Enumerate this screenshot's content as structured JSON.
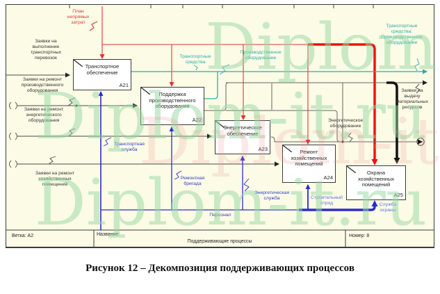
{
  "caption": "Рисунок 12 – Декомпозиция поддерживающих процессов",
  "watermark": {
    "text": "Diplom-it.ru"
  },
  "boxes": [
    {
      "code": "A21",
      "title": "Транспортное\nобеспечение"
    },
    {
      "code": "A22",
      "title": "Поддержка\nпроизводственного\nоборудования"
    },
    {
      "code": "A23",
      "title": "Энергетическое\nобеспечение"
    },
    {
      "code": "A24",
      "title": "Ремонт\nхозяйственных\nпомещений"
    },
    {
      "code": "A25",
      "title": "Охрана\nхозяйственных\nпомещений"
    }
  ],
  "labels": {
    "plan": "План\nнепрямых\nзатрат",
    "in_transport": "Заявки на\nвыполнение\nтранспортных\nперевозок",
    "in_prod_repair": "Заявки на ремонт\nпроизводственного\nоборудования",
    "in_energy_repair": "Заявки на ремонт\nэнергетического\nоборудования",
    "in_household_repair": "Заявки на ремонт\nхозяйственных\nпомещений",
    "out_transport": "Транспортные\nсредства",
    "out_prod_equip": "Производственное\nоборудование",
    "out_combined": "Транспортные\nсредства;\nПроизводственное\nоборудование",
    "out_materials": "Заявки на\nвыдачу\nматериальных\nресурсов",
    "out_energy_equip": "Энергетическое\nоборудование",
    "mech_transport_service": "Транспортная\nслужба",
    "mech_repair_brigade": "Ремонтная\nбригада",
    "mech_energy_service": "Энергетическая\nслужба",
    "mech_builders": "Строительный\nотряд",
    "mech_personnel": "Персонал",
    "mech_security": "Служба\nохраны"
  },
  "footer": {
    "branch": "Ветка: A2",
    "name_label": "Название:",
    "title": "Поддерживающие процессы",
    "number": "Номер: 8"
  },
  "colors": {
    "control_red": "#e03535",
    "thick_red": "#ee1111",
    "output_teal": "#2aabab",
    "mechanism_blue": "#2b2bd0",
    "thick_black": "#141414",
    "watermark_green": "#96d7a0",
    "background": "#fbfbe6"
  }
}
